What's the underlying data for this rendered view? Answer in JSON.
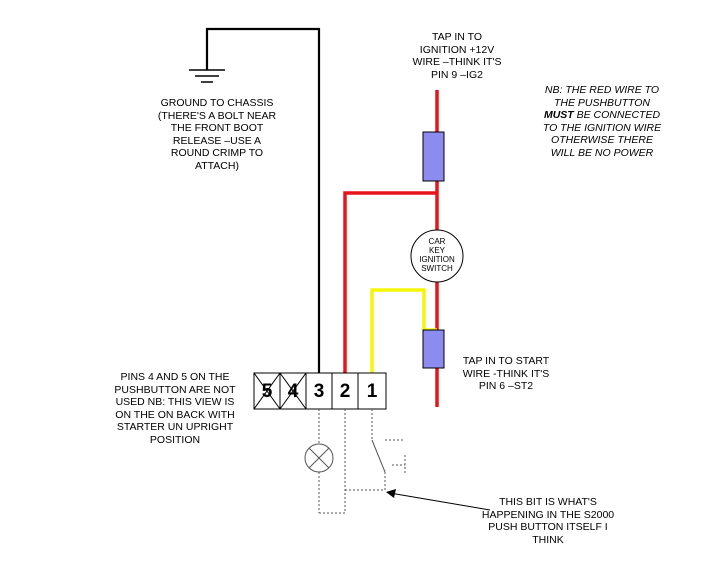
{
  "labels": {
    "tap_ignition": "TAP IN TO\nIGNITION +12V\nWIRE –THINK IT'S\nPIN 9 –IG2",
    "ground": "GROUND TO CHASSIS\n(THERE'S A BOLT NEAR\nTHE FRONT BOOT\nRELEASE –USE A\nROUND CRIMP TO\nATTACH)",
    "switch": "CAR\nKEY\nIGNITION\nSWITCH",
    "tap_start": "TAP IN TO START\nWIRE -THINK IT'S\nPIN 6 –ST2",
    "pins_note": "PINS 4 AND 5 ON THE\nPUSHBUTTON ARE NOT\nUSED NB: THIS VIEW IS\nON THE ON BACK WITH\nSTARTER UN UPRIGHT\nPOSITION",
    "bit_note": "THIS BIT IS WHAT'S\nHAPPENING IN THE S2000\nPUSH BUTTON ITSELF I\nTHINK"
  },
  "nb_note": {
    "line1": "NB: THE RED WIRE TO",
    "line2": "THE PUSHBUTTON",
    "must": "MUST",
    "line3_rest": " BE CONNECTED",
    "line4": "TO THE IGNITION WIRE",
    "line5": "OTHERWISE THERE",
    "line6": "WILL BE NO POWER"
  },
  "pins": [
    "5",
    "4",
    "3",
    "2",
    "1"
  ],
  "colors": {
    "red_wire": "#e8141c",
    "yellow_wire": "#f5f50a",
    "connector": "#8b8bf0",
    "black": "#000000",
    "dashed": "#555555"
  }
}
